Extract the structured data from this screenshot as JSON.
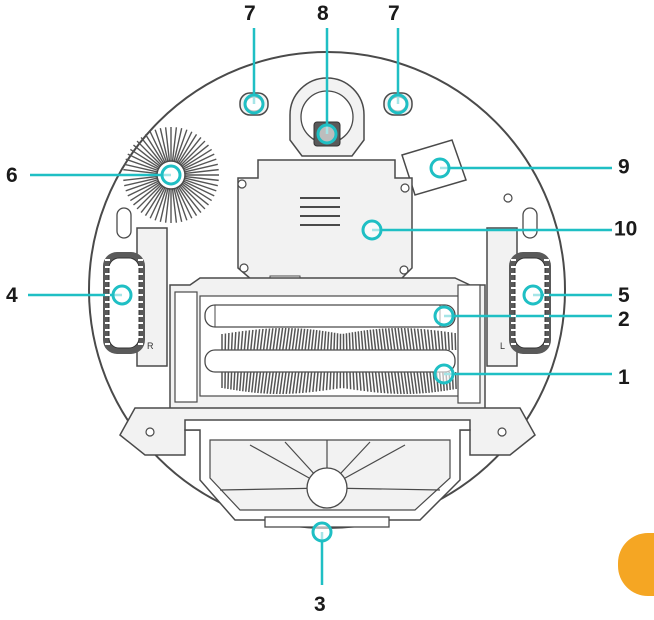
{
  "colors": {
    "accent": "#1fbfc4",
    "outline": "#4a4a4a",
    "body_fill": "#ffffff",
    "part_fill": "#f2f2f2",
    "dark_part": "#5a5a5a",
    "brush": "#555555",
    "tab": "#f5a623",
    "label": "#1a1a1a"
  },
  "wheel_letters": {
    "right": "R",
    "left": "L"
  },
  "callouts": [
    {
      "id": "c7a",
      "label": "7",
      "icon": "marker-ring"
    },
    {
      "id": "c8",
      "label": "8",
      "icon": "marker-ring"
    },
    {
      "id": "c7b",
      "label": "7",
      "icon": "marker-ring"
    },
    {
      "id": "c6",
      "label": "6",
      "icon": "marker-ring"
    },
    {
      "id": "c9",
      "label": "9",
      "icon": "marker-ring"
    },
    {
      "id": "c10",
      "label": "10",
      "icon": "marker-ring"
    },
    {
      "id": "c4",
      "label": "4",
      "icon": "marker-ring"
    },
    {
      "id": "c5",
      "label": "5",
      "icon": "marker-ring"
    },
    {
      "id": "c2",
      "label": "2",
      "icon": "marker-ring"
    },
    {
      "id": "c1",
      "label": "1",
      "icon": "marker-ring"
    },
    {
      "id": "c3",
      "label": "3",
      "icon": "marker-ring"
    }
  ]
}
